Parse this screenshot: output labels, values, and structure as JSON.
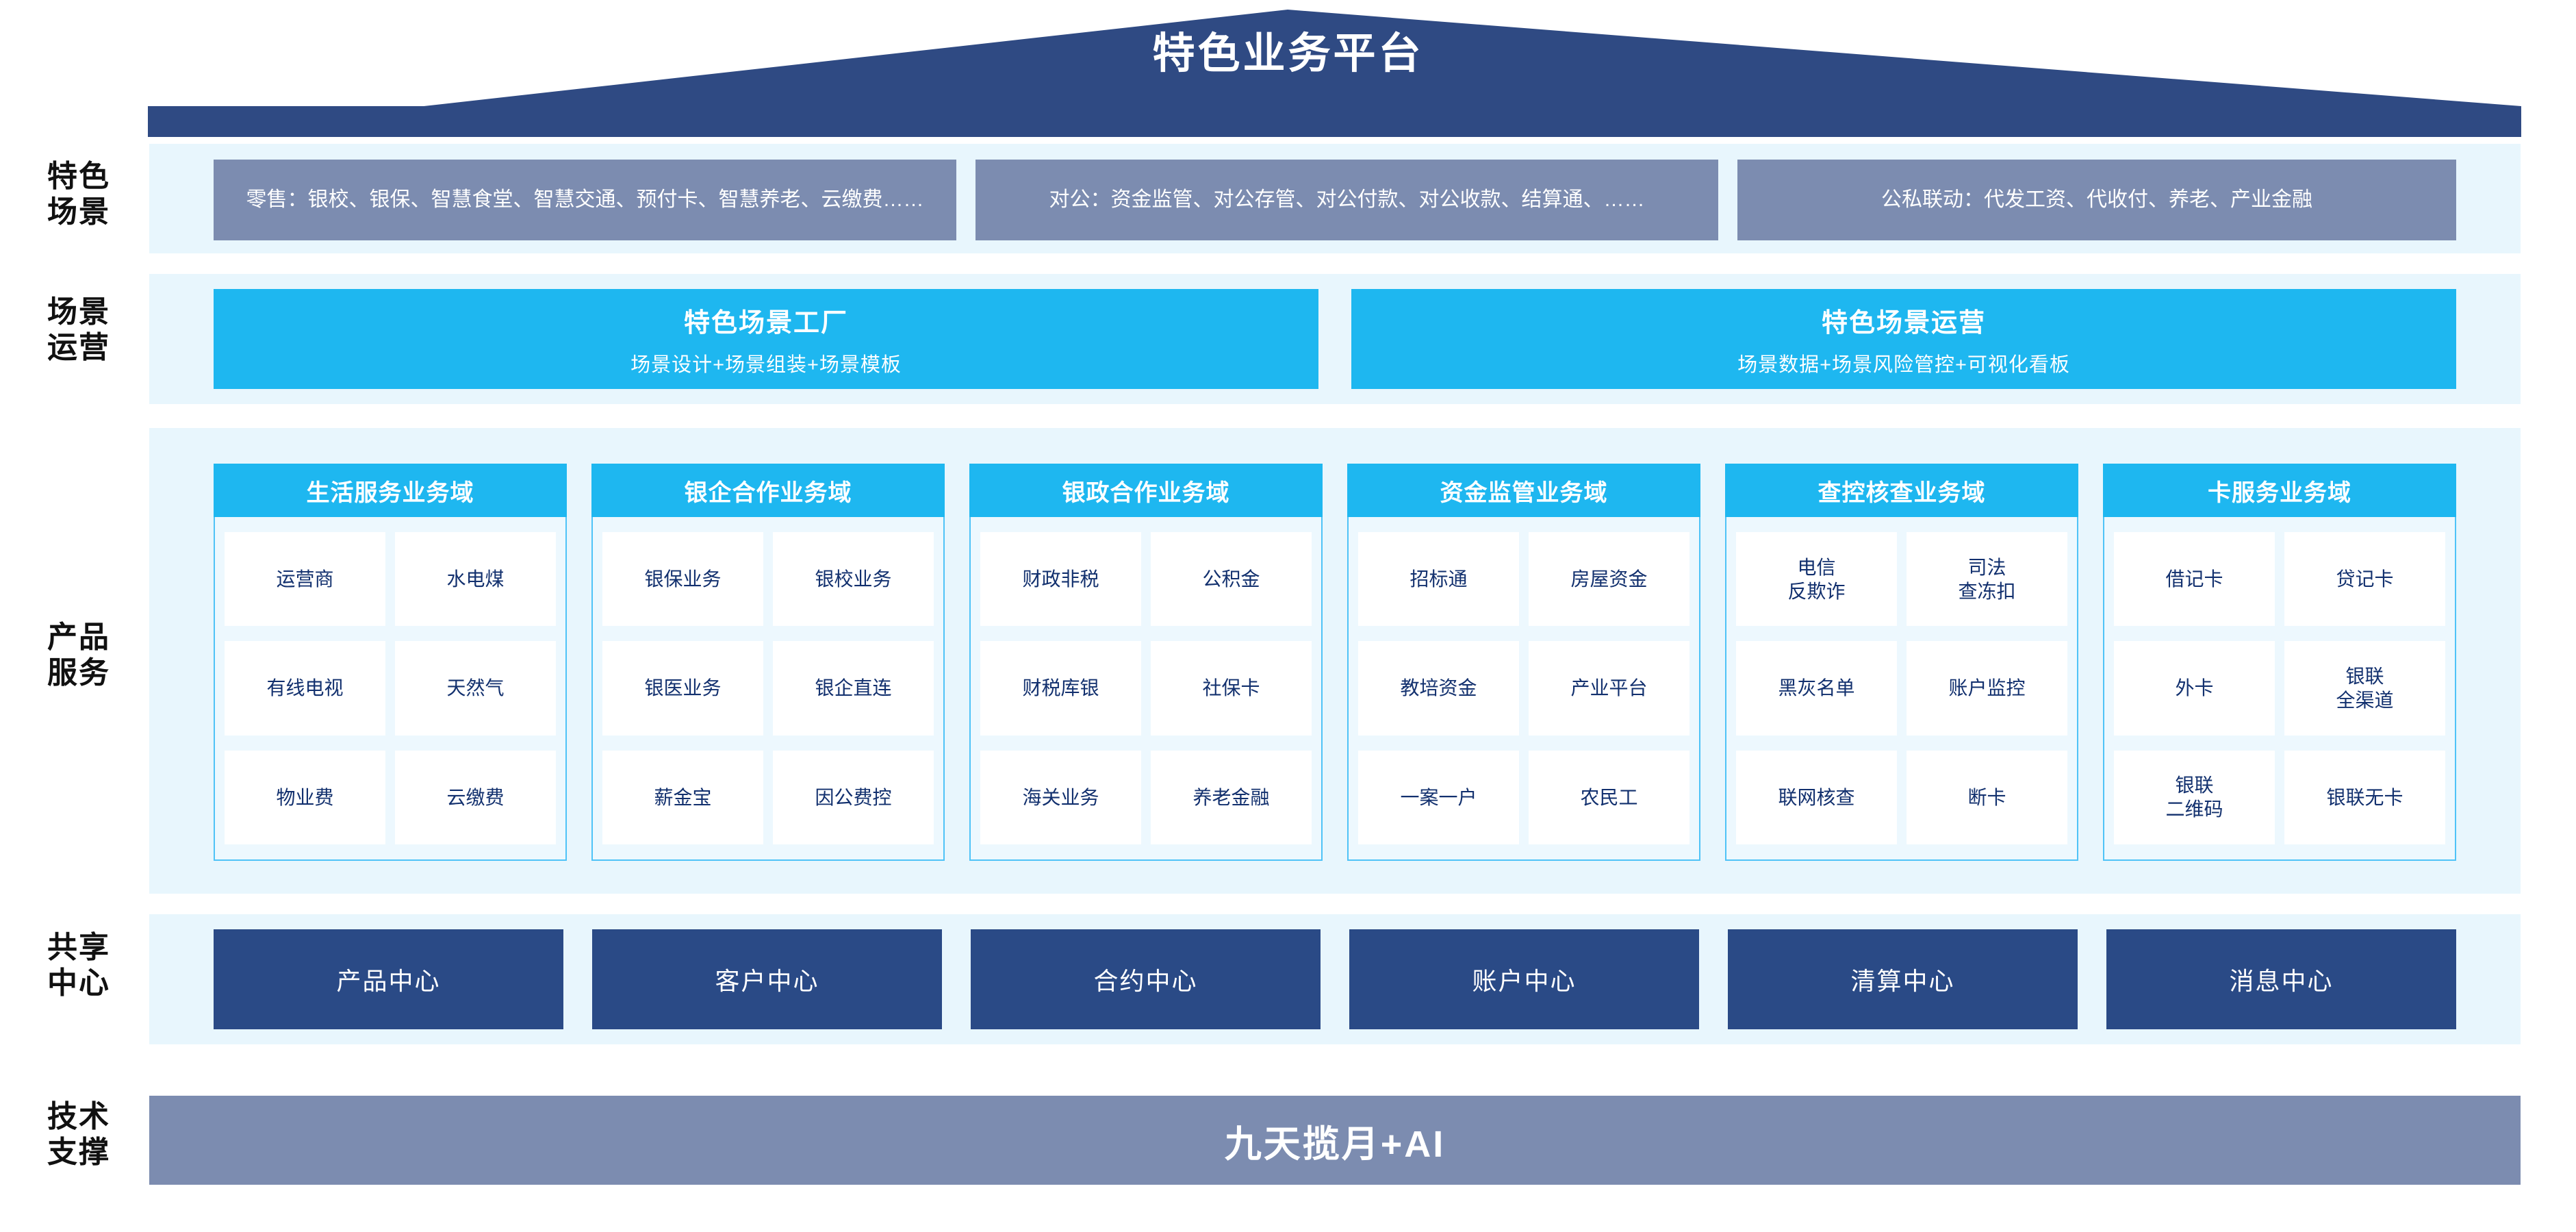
{
  "header": {
    "title": "特色业务平台"
  },
  "rail": {
    "scene": "特色\n场景",
    "operation": "场景\n运营",
    "product": "产品\n服务",
    "shared": "共享\n中心",
    "tech": "技术\n支撑"
  },
  "scene_row": {
    "boxes": [
      {
        "text": "零售：银校、银保、智慧食堂、智慧交通、预付卡、智慧养老、云缴费……"
      },
      {
        "text": "对公：资金监管、对公存管、对公付款、对公收款、结算通、……"
      },
      {
        "text": "公私联动：代发工资、代收付、养老、产业金融"
      }
    ]
  },
  "operation_row": {
    "boxes": [
      {
        "title": "特色场景工厂",
        "subtitle": "场景设计+场景组装+场景模板"
      },
      {
        "title": "特色场景运营",
        "subtitle": "场景数据+场景风险管控+可视化看板"
      }
    ]
  },
  "product_row": {
    "domains": [
      {
        "title": "生活服务业务域",
        "items": [
          "运营商",
          "水电煤",
          "有线电视",
          "天然气",
          "物业费",
          "云缴费"
        ]
      },
      {
        "title": "银企合作业务域",
        "items": [
          "银保业务",
          "银校业务",
          "银医业务",
          "银企直连",
          "薪金宝",
          "因公费控"
        ]
      },
      {
        "title": "银政合作业务域",
        "items": [
          "财政非税",
          "公积金",
          "财税库银",
          "社保卡",
          "海关业务",
          "养老金融"
        ]
      },
      {
        "title": "资金监管业务域",
        "items": [
          "招标通",
          "房屋资金",
          "教培资金",
          "产业平台",
          "一案一户",
          "农民工"
        ]
      },
      {
        "title": "查控核查业务域",
        "items": [
          "电信\n反欺诈",
          "司法\n查冻扣",
          "黑灰名单",
          "账户监控",
          "联网核查",
          "断卡"
        ]
      },
      {
        "title": "卡服务业务域",
        "items": [
          "借记卡",
          "贷记卡",
          "外卡",
          "银联\n全渠道",
          "银联\n二维码",
          "银联无卡"
        ]
      }
    ]
  },
  "shared_row": {
    "boxes": [
      "产品中心",
      "客户中心",
      "合约中心",
      "账户中心",
      "清算中心",
      "消息中心"
    ]
  },
  "tech_row": {
    "label": "九天揽月+AI"
  },
  "colors": {
    "roof": "#2f4a83",
    "band": "#e8f6fd",
    "scene_box": "#7c8cb0",
    "cyan": "#1eb7f0",
    "card_border": "#4fc3f7",
    "card_bg": "#edf8fe",
    "item_text": "#12306e",
    "shared_box": "#2a4a86",
    "tech_bar": "#7c8cb0"
  }
}
